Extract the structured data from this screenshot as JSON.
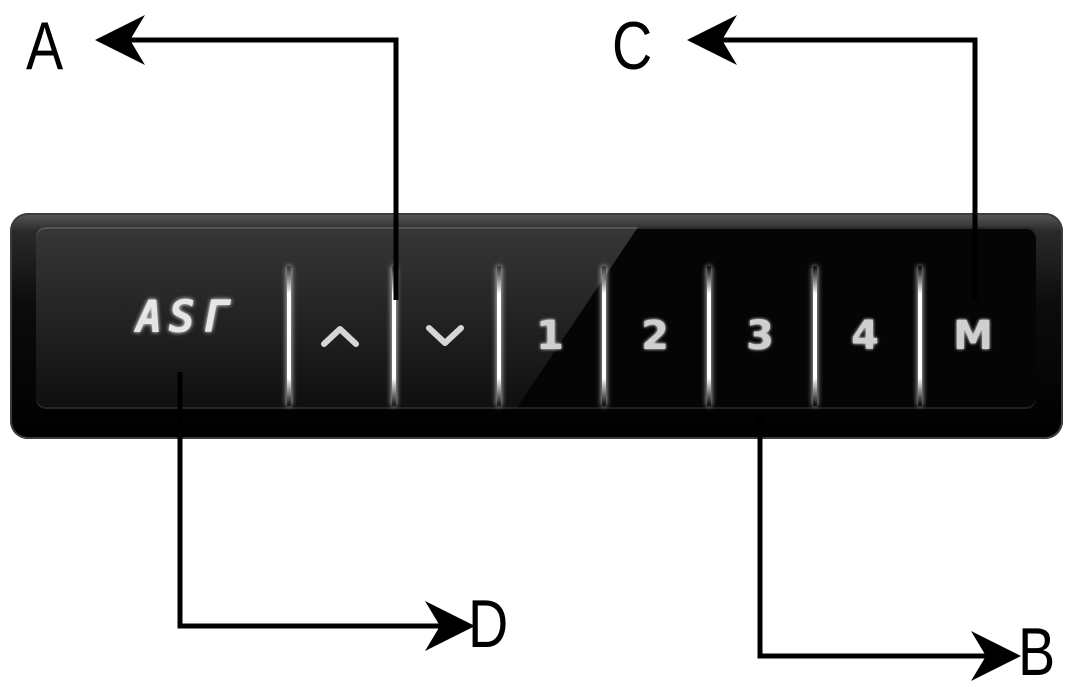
{
  "callouts": {
    "a": "A",
    "b": "B",
    "c": "C",
    "d": "D"
  },
  "panel": {
    "display_text": "ASГ",
    "keys": {
      "up": "up-arrow",
      "down": "down-arrow",
      "preset_1": "1",
      "preset_2": "2",
      "preset_3": "3",
      "preset_4": "4",
      "memory": "M"
    }
  },
  "colors": {
    "panel_body": "#050505",
    "key_glow": "#ffffff",
    "key_text": "#cfcfcf",
    "arrow": "#000000"
  }
}
